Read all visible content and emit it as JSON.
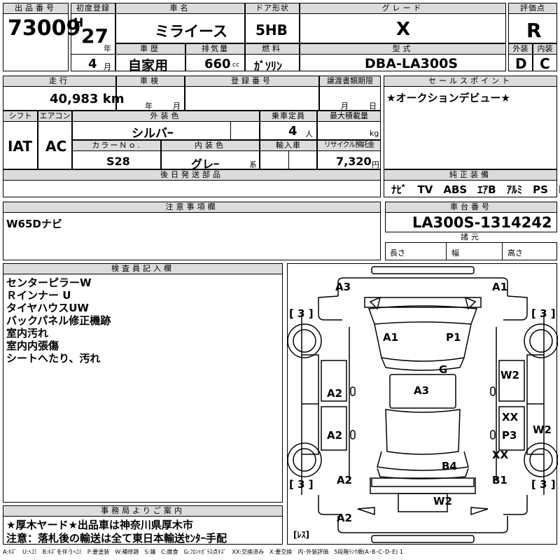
{
  "listing": {
    "lot_label": "出品番号",
    "lot_no": "73009",
    "reg_label": "初度登録",
    "era": "H",
    "year": "27",
    "year_unit": "年",
    "month": "4",
    "month_unit": "月",
    "name_label": "車名",
    "name": "ミライース",
    "door_label": "ドア形状",
    "door": "5HB",
    "grade_label": "グレード",
    "grade": "X",
    "score_label": "評価点",
    "score": "R",
    "history_label": "車歴",
    "history": "自家用",
    "cc_label": "排気量",
    "cc": "660",
    "cc_unit": "cc",
    "fuel_label": "燃料",
    "fuel": "ｶﾞｿﾘﾝ",
    "model_label": "型式",
    "model": "DBA-LA300S",
    "ext_label": "外装",
    "ext_score": "D",
    "int_label": "内装",
    "int_score": "C"
  },
  "row2": {
    "mileage_label": "走行",
    "mileage": "40,983 km",
    "inspection_label": "車検",
    "insp_year_unit": "年",
    "insp_month_unit": "月",
    "regno_label": "登録番号",
    "transfer_label": "譲渡書類期限",
    "transfer_month_unit": "月",
    "transfer_day_unit": "日",
    "shift_label": "シフト",
    "shift": "IAT",
    "ac_label": "エアコン",
    "ac": "AC",
    "exterior_color_label": "外装色",
    "exterior_color": "シルバｰ",
    "capacity_label": "乗車定員",
    "capacity": "4",
    "capacity_unit": "人",
    "load_label": "最大積載量",
    "load_unit": "kg",
    "color_no_label": "カラーＮｏ.",
    "color_no": "S28",
    "interior_color_label": "内装色",
    "interior_color": "グレｰ",
    "interior_color_unit": "系",
    "import_label": "輸入車",
    "recycle_label": "リサイクル預託金",
    "recycle": "7,320",
    "recycle_unit": "円",
    "later_parts_label": "後日発送部品"
  },
  "sales": {
    "label": "セールスポイント",
    "text": "★オークションデビュー★",
    "equip_label": "純正装備",
    "equip": "ﾅﾋﾞ　TV　ABS　ｴｱB　ｱﾙﾐ　PS　PW"
  },
  "notes": {
    "label": "注意事項欄",
    "text": "W65Dナビ"
  },
  "chassis": {
    "label": "車台番号",
    "number": "LA300S-1314242",
    "dims_label": "諸元",
    "length_label": "長さ",
    "width_label": "幅",
    "height_label": "高さ"
  },
  "inspector": {
    "label": "検査員記入欄",
    "lines": [
      "センターピラーW",
      "Ｒインナー U",
      "タイヤハウスUW",
      "バックパネル修正機跡",
      "室内汚れ",
      "室内内張傷",
      "シートへたり、汚れ"
    ]
  },
  "office": {
    "label": "事務局よりご案内",
    "line1": "★厚木ヤード★出品車は神奈川県厚木市",
    "line2": "注意：落札後の輸送は全て東日本輸送ｾﾝﾀｰ手配"
  },
  "diagram": {
    "tire_left_front": "[ 3 ]",
    "tire_right_front": "[ 3 ]",
    "tire_left_rear": "[ 3 ]",
    "tire_right_rear": "[ 3 ]",
    "spare": "[ﾚｽ]",
    "marks": [
      "A3",
      "A1",
      "A1",
      "P1",
      "G",
      "W2",
      "A2",
      "A3",
      "A2",
      "XX",
      "P3",
      "W2",
      "XX",
      "B4",
      "A2",
      "B1",
      "W2",
      "A2"
    ]
  },
  "legend": "A:ｷｽﾞ　U:ﾍｺﾐ　B:ｷｽﾞを伴うﾍｺﾐ　P:要塗装　W:補修跡　S:錆　C:腐食　G:ﾌﾛﾝﾄｶﾞﾗｽ点ｷｽﾞ　XX:交換済み　X:要交換　内･外装評価　5段階ﾗﾝｸ順(A･B･C･D･E) 1"
}
